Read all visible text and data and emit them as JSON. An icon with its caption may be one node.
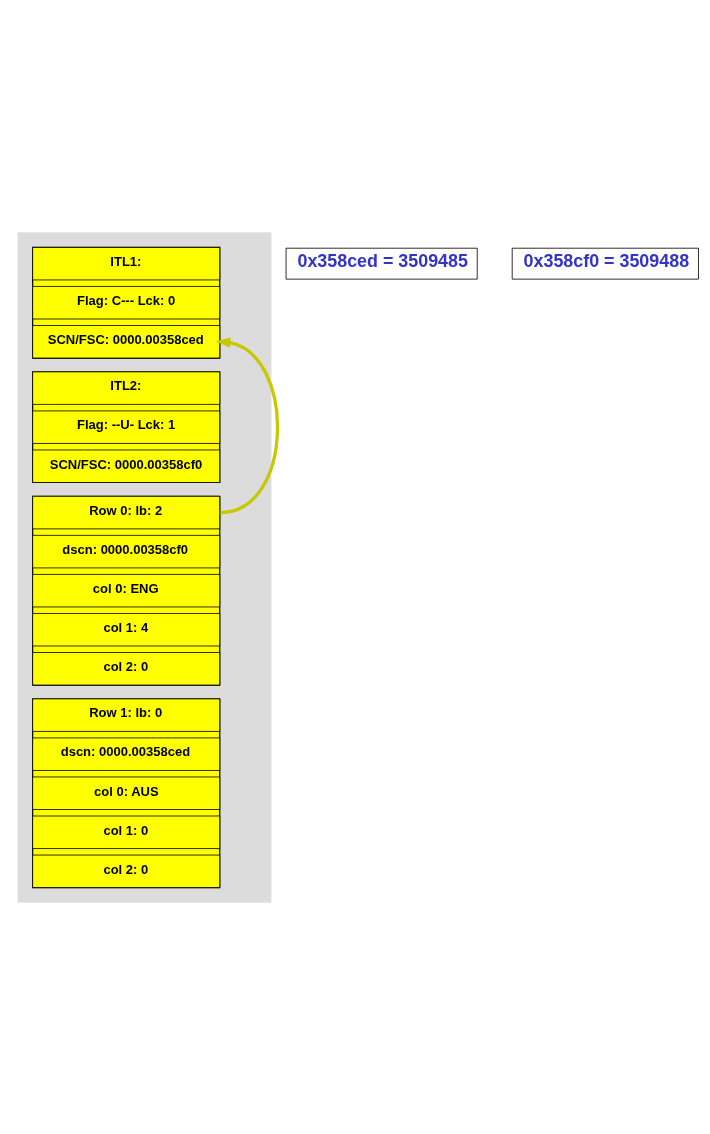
{
  "diagram": {
    "nodes": [
      {
        "text": [],
        "shape": "box"
      },
      {
        "text": [],
        "shape": "box",
        "in": 0
      },
      {
        "text": [
          "ITL1:"
        ],
        "in": 1
      },
      {
        "text": [
          "Flag: C--- Lck: 0"
        ],
        "in": 1
      },
      {
        "text": [
          "SCN/FSC: 0000.00358ced"
        ],
        "in": 1
      },
      {
        "text": [],
        "shape": "box",
        "in": 0
      },
      {
        "text": [
          "ITL2:"
        ],
        "in": 5
      },
      {
        "text": [
          "Flag: --U- Lck: 1"
        ],
        "in": 5
      },
      {
        "text": [
          "SCN/FSC: 0000.00358cf0"
        ],
        "in": 5
      },
      {
        "text": [],
        "shape": "box",
        "in": 0
      },
      {
        "text": [
          "Row 0: lb: 2"
        ],
        "in": 9
      },
      {
        "text": [
          "dscn: 0000.00358cf0"
        ],
        "in": 9
      },
      {
        "text": [
          "col 0: ENG"
        ],
        "in": 9
      },
      {
        "text": [
          "col 1: 4"
        ],
        "in": 9
      },
      {
        "text": [
          "col 2: 0"
        ],
        "in": 9
      },
      {
        "text": [],
        "shape": "box",
        "in": 0
      },
      {
        "text": [
          "Row 1: lb: 0"
        ],
        "in": 15
      },
      {
        "text": [
          "dscn: 0000.00358ced"
        ],
        "in": 15
      },
      {
        "text": [
          "col 0: AUS"
        ],
        "in": 15
      },
      {
        "text": [
          "col 1: 0"
        ],
        "in": 15
      },
      {
        "text": [
          "col 2: 0"
        ],
        "in": 15
      },
      {
        "text": [
          "0x358ced = 3509485"
        ]
      },
      {
        "text": [
          "0x358cf0 = 3509488"
        ]
      }
    ],
    "edges": [
      {
        "from": 10,
        "to": 4,
        "arrow": "to"
      }
    ]
  }
}
